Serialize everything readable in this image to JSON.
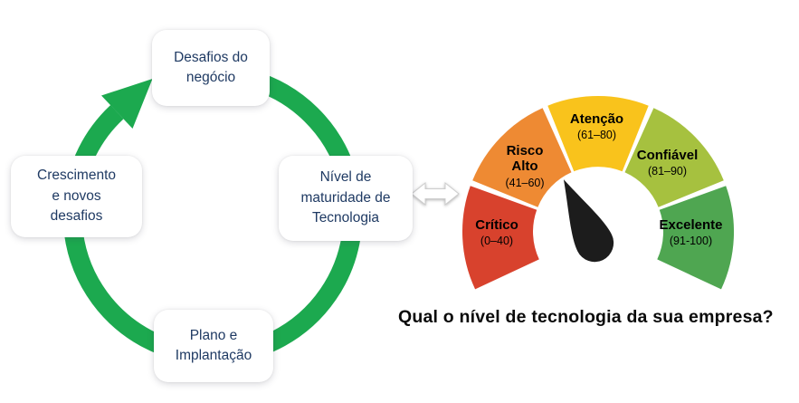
{
  "cycle": {
    "arrow_color": "#1CA94F",
    "cards": [
      {
        "label": "Desafios do\nnegócio"
      },
      {
        "label": "Nível de\nmaturidade de\nTecnologia"
      },
      {
        "label": "Plano e\nImplantação"
      },
      {
        "label": "Crescimento\ne novos\ndesafios"
      }
    ]
  },
  "connector": {
    "fill": "#ffffff"
  },
  "gauge": {
    "segments": [
      {
        "name": "Crítico",
        "range": "(0–40)",
        "color": "#D8422D"
      },
      {
        "name": "Risco\nAlto",
        "range": "(41–60)",
        "color": "#EE8A33"
      },
      {
        "name": "Atenção",
        "range": "(61–80)",
        "color": "#F9C31C"
      },
      {
        "name": "Confiável",
        "range": "(81–90)",
        "color": "#A6C13F"
      },
      {
        "name": "Excelente",
        "range": "(91-100)",
        "color": "#4FA651"
      }
    ],
    "needle_color": "#1C1C1C"
  },
  "caption": "Qual o nível de tecnologia da sua empresa?"
}
